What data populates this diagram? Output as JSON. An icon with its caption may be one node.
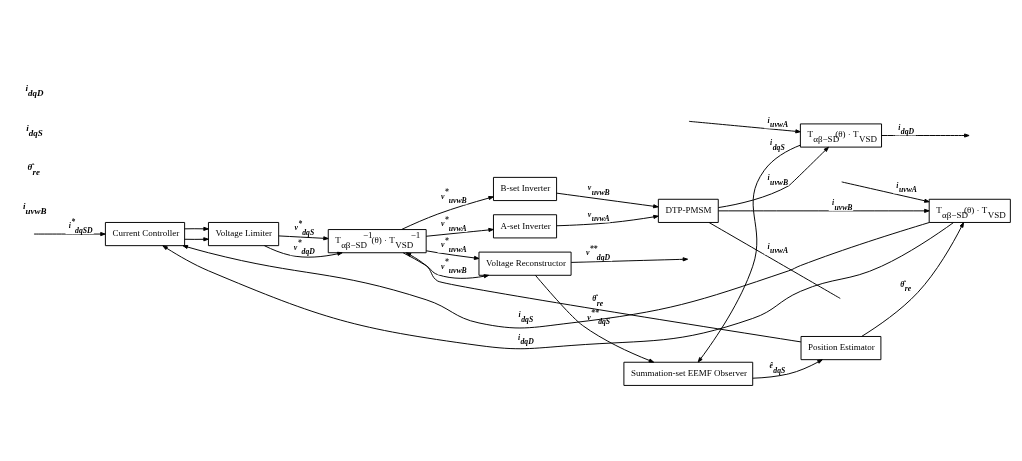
{
  "diagram": {
    "nodes": [
      {
        "text": [
          "Current Controller"
        ]
      },
      {
        "text": [
          "Voltage Limiter"
        ]
      },
      {
        "text": [
          "T$_{αβ−SD}$$^{−1}$(θ) · T$_{VSD}$$^{−1}$"
        ]
      },
      {
        "text": [
          "A-set Inverter"
        ]
      },
      {
        "text": [
          "B-set Inverter"
        ]
      },
      {
        "text": [
          "DTP-PMSM"
        ]
      },
      {
        "text": [
          "Voltage Reconstructor"
        ]
      },
      {
        "text": [
          "Summation-set EEMF Observer"
        ]
      },
      {
        "text": [
          "T$_{αβ−SD}$(θ) · T$_{VSD}$"
        ]
      },
      {
        "text": [
          "Position Estimator"
        ]
      },
      {
        "text": [
          "T$_{αβ−SD}$(θ) · T$_{VSD}$"
        ]
      }
    ],
    "edges": [
      {
        "from": null,
        "to": 0,
        "arrow": "to",
        "label": "i$^{*}$$_{dqSD}$"
      },
      {
        "from": 0,
        "to": 1,
        "arrow": "to"
      },
      {
        "from": 0,
        "to": 1,
        "arrow": "to"
      },
      {
        "from": 1,
        "to": 2,
        "arrow": "to",
        "label": "v$^{*}$$_{dqS}$"
      },
      {
        "from": 1,
        "to": 2,
        "arrow": "to",
        "label": "v$^{*}$$_{dqD}$"
      },
      {
        "from": 2,
        "to": 3,
        "arrow": "to",
        "label": "v$^{*}$$_{uvwA}$"
      },
      {
        "from": 2,
        "to": 4,
        "arrow": "to",
        "label": "v$^{*}$$_{uvwB}$"
      },
      {
        "from": 2,
        "to": 6,
        "arrow": "to",
        "label": "v$^{*}$$_{uvwA}$"
      },
      {
        "from": 2,
        "to": 6,
        "arrow": "to",
        "label": "v$^{*}$$_{uvwB}$"
      },
      {
        "from": 3,
        "to": 5,
        "arrow": "to",
        "label": "v$_{uvwA}$"
      },
      {
        "from": 4,
        "to": 5,
        "arrow": "to",
        "label": "v$_{uvwB}$"
      },
      {
        "from": 5,
        "to": null,
        "arrow": "none",
        "label": "i$_{uvwA}$"
      },
      {
        "from": 5,
        "to": 8,
        "arrow": "to",
        "label": "i$_{uvwB}$"
      },
      {
        "from": 5,
        "to": 10,
        "arrow": "to",
        "label": "i$_{uvwB}$"
      },
      {
        "from": null,
        "to": 8,
        "arrow": "to",
        "label": "i$_{uvwA}$"
      },
      {
        "from": null,
        "to": 10,
        "arrow": "to",
        "label": "i$_{uvwA}$"
      },
      {
        "from": 6,
        "to": 7,
        "arrow": "to",
        "label": "v$^{**}$$_{dqS}$"
      },
      {
        "from": 6,
        "to": null,
        "arrow": "to",
        "label": "v$^{**}$$_{dqD}$"
      },
      {
        "from": 8,
        "to": 7,
        "arrow": "to",
        "label": "i$_{dqS}$"
      },
      {
        "from": 8,
        "to": null,
        "arrow": "to",
        "label": "i$_{dqD}$"
      },
      {
        "from": 7,
        "to": 9,
        "arrow": "to",
        "label": "ê$_{dqS}$"
      },
      {
        "from": 9,
        "to": 2,
        "arrow": "to",
        "label": "θ̂$_{re}$"
      },
      {
        "from": 9,
        "to": 10,
        "arrow": "to",
        "label": "θ̂$_{re}$"
      },
      {
        "from": 10,
        "to": 0,
        "arrow": "to",
        "label": "i$_{dqS}$"
      },
      {
        "from": 10,
        "to": 0,
        "arrow": "to",
        "label": "i$_{dqD}$"
      }
    ],
    "labels": [
      "i$_{uvwB}$",
      "θ̂$_{re}$",
      "i$_{dqS}$",
      "i$_{dqD}$"
    ]
  }
}
